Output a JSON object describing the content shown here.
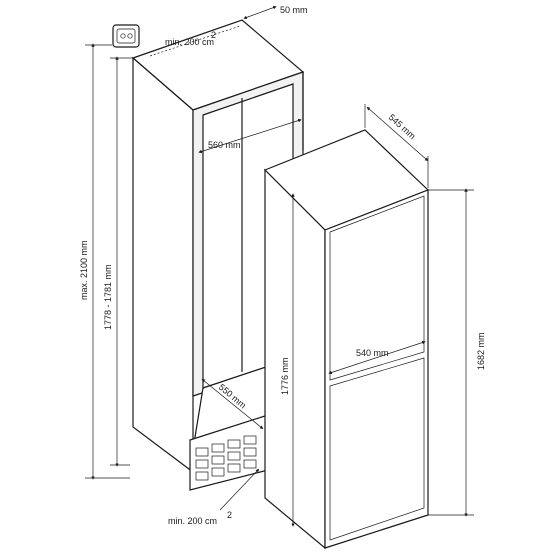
{
  "diagram": {
    "labels": {
      "top_vent": "min. 200 cm",
      "top_vent_sup": "2",
      "depth_gap": "50 mm",
      "inner_width": "560 mm",
      "max_height": "max. 2100 mm",
      "niche_height": "1778 - 1781 mm",
      "inner_depth": "550 mm",
      "bottom_vent": "min. 200 cm",
      "bottom_vent_sup": "2",
      "appliance_depth": "545 mm",
      "appliance_height": "1776 mm",
      "door_height": "1682 mm",
      "appliance_width": "540 mm"
    },
    "icons": {
      "socket": "power-socket-icon"
    }
  }
}
